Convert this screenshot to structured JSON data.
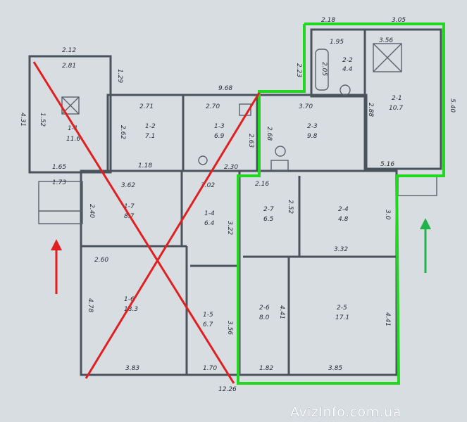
{
  "colors": {
    "paper": "#d8dde2",
    "wall": "#4a525c",
    "cross": "#e02020",
    "outline": "#22d622",
    "arrow_red": "#e02020",
    "arrow_green": "#22b24a"
  },
  "dimensions": {
    "top_left_width": "2.12",
    "top_left_inner": "2.81",
    "left_height": "4.31",
    "left_inner_height": "1.52",
    "right_small_1": "1.29",
    "upper_total": "9.68",
    "green_top_a": "2.18",
    "green_top_b": "3.05",
    "green_bath_w": "1.95",
    "green_wc_w": "3.56",
    "green_left_h": "2.23",
    "green_bath_h": "2.05",
    "room_1_2_w": "2.71",
    "room_1_3_w": "2.70",
    "room_2_3_w": "3.70",
    "room_1_2_h": "2.62",
    "room_1_3_h": "2.63",
    "room_2_3_h": "2.68",
    "room_2_3_side": "2.88",
    "right_height": "5.40",
    "corridor_left": "1.65",
    "corridor_left_b": "1.73",
    "upper_mid_1": "2.30",
    "upper_mid_2": "3.62",
    "upper_mid_3": "3.02",
    "upper_right_1": "2.16",
    "upper_right_2": "5.16",
    "left_small_h": "2.40",
    "room_2_7_h": "2.52",
    "room_1_4_h": "3.22",
    "room_2_4_h": "3.0",
    "mid_width_right": "3.32",
    "hall_a": "2.60",
    "hall_h": "1.18",
    "left_lower_h": "4.78",
    "room_2_6_h": "4.41",
    "room_1_5_h": "3.56",
    "room_2_5_h": "4.41",
    "bottom_1": "3.83",
    "bottom_2": "1.70",
    "bottom_3": "1.82",
    "bottom_4": "3.85",
    "bottom_total": "12.26"
  },
  "rooms": [
    {
      "id": "1-1",
      "area": "11.6"
    },
    {
      "id": "1-2",
      "area": "7.1"
    },
    {
      "id": "1-3",
      "area": "6.9"
    },
    {
      "id": "2-3",
      "area": "9.8"
    },
    {
      "id": "2-2",
      "area": "4.4"
    },
    {
      "id": "2-1",
      "area": "10.7"
    },
    {
      "id": "1-7",
      "area": "8.7"
    },
    {
      "id": "1-4",
      "area": "6.4"
    },
    {
      "id": "2-7",
      "area": "6.5"
    },
    {
      "id": "2-4",
      "area": "4.8"
    },
    {
      "id": "1-6",
      "area": "18.3"
    },
    {
      "id": "1-5",
      "area": "6.7"
    },
    {
      "id": "2-6",
      "area": "8.0"
    },
    {
      "id": "2-5",
      "area": "17.1"
    }
  ],
  "watermark": "AvizInfo.com.ua"
}
